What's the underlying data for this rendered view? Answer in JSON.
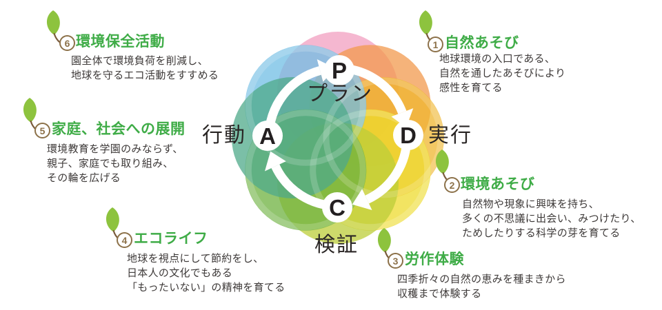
{
  "diagram": {
    "title_semantic": "PDCA environmental education cycle",
    "cycle": {
      "nodes": [
        {
          "letter": "P",
          "label": "プラン"
        },
        {
          "letter": "D",
          "label": "実行"
        },
        {
          "letter": "C",
          "label": "検証"
        },
        {
          "letter": "A",
          "label": "行動"
        }
      ]
    },
    "items": [
      {
        "number": "1",
        "title": "自然あそび",
        "lines": [
          "地球環境の入口である、",
          "自然を通したあそびにより",
          "感性を育てる"
        ]
      },
      {
        "number": "2",
        "title": "環境あそび",
        "lines": [
          "自然物や現象に興味を持ち、",
          "多くの不思議に出会い、みつけたり、",
          "ためしたりする科学の芽を育てる"
        ]
      },
      {
        "number": "3",
        "title": "労作体験",
        "lines": [
          "四季折々の自然の恵みを種まきから",
          "収穫まで体験する"
        ]
      },
      {
        "number": "4",
        "title": "エコライフ",
        "lines": [
          "地球を視点にして節約をし、",
          "日本人の文化でもある",
          "「もったいない」の精神を育てる"
        ]
      },
      {
        "number": "5",
        "title": "家庭、社会への展開",
        "lines": [
          "環境教育を学園のみならず、",
          "親子、家庭でも取り組み、",
          "その輪を広げる"
        ]
      },
      {
        "number": "6",
        "title": "環境保全活動",
        "lines": [
          "園全体で環境負荷を削減し、",
          "地球を守るエコ活動をすすめる"
        ]
      }
    ],
    "colors": {
      "heading_green": "#3fac47",
      "body_text": "#3e3a39",
      "number_brown": "#8c7149",
      "leaf_green": "#8dc33e",
      "stem_brown": "#7a5b3c",
      "petal_pink": "#f29fc0",
      "petal_orange": "#f19a4d",
      "petal_gold": "#efb52f",
      "petal_yellow": "#eddb2e",
      "petal_yellow_green": "#bcce3a",
      "petal_green": "#6eb23f",
      "petal_teal": "#4fa98a",
      "petal_blue": "#70bee4",
      "arrow_white": "#ffffff"
    }
  }
}
